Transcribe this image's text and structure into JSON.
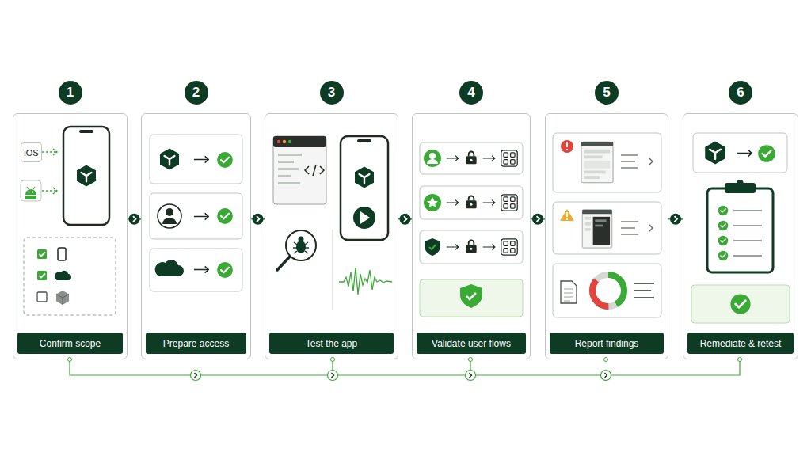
{
  "diagram": {
    "nodes": [
      {
        "text": [
          "1",
          "Confirm scope"
        ]
      },
      {
        "text": [
          "iOS"
        ],
        "in": 0
      },
      {
        "text": [
          "2",
          "Prepare access"
        ]
      },
      {
        "text": [
          "3",
          "Test the app"
        ]
      },
      {
        "text": [
          "4",
          "Validate user flows"
        ]
      },
      {
        "text": [
          "5",
          "Report findings"
        ]
      },
      {
        "text": [
          "6",
          "Remediate & retest"
        ]
      }
    ],
    "edges": [
      {
        "from": 0,
        "to": 2,
        "arrow": "to"
      },
      {
        "from": 2,
        "to": 3,
        "arrow": "to"
      },
      {
        "from": 3,
        "to": 4,
        "arrow": "to"
      },
      {
        "from": 4,
        "to": 5,
        "arrow": "to"
      },
      {
        "from": 5,
        "to": 6,
        "arrow": "to"
      }
    ]
  }
}
